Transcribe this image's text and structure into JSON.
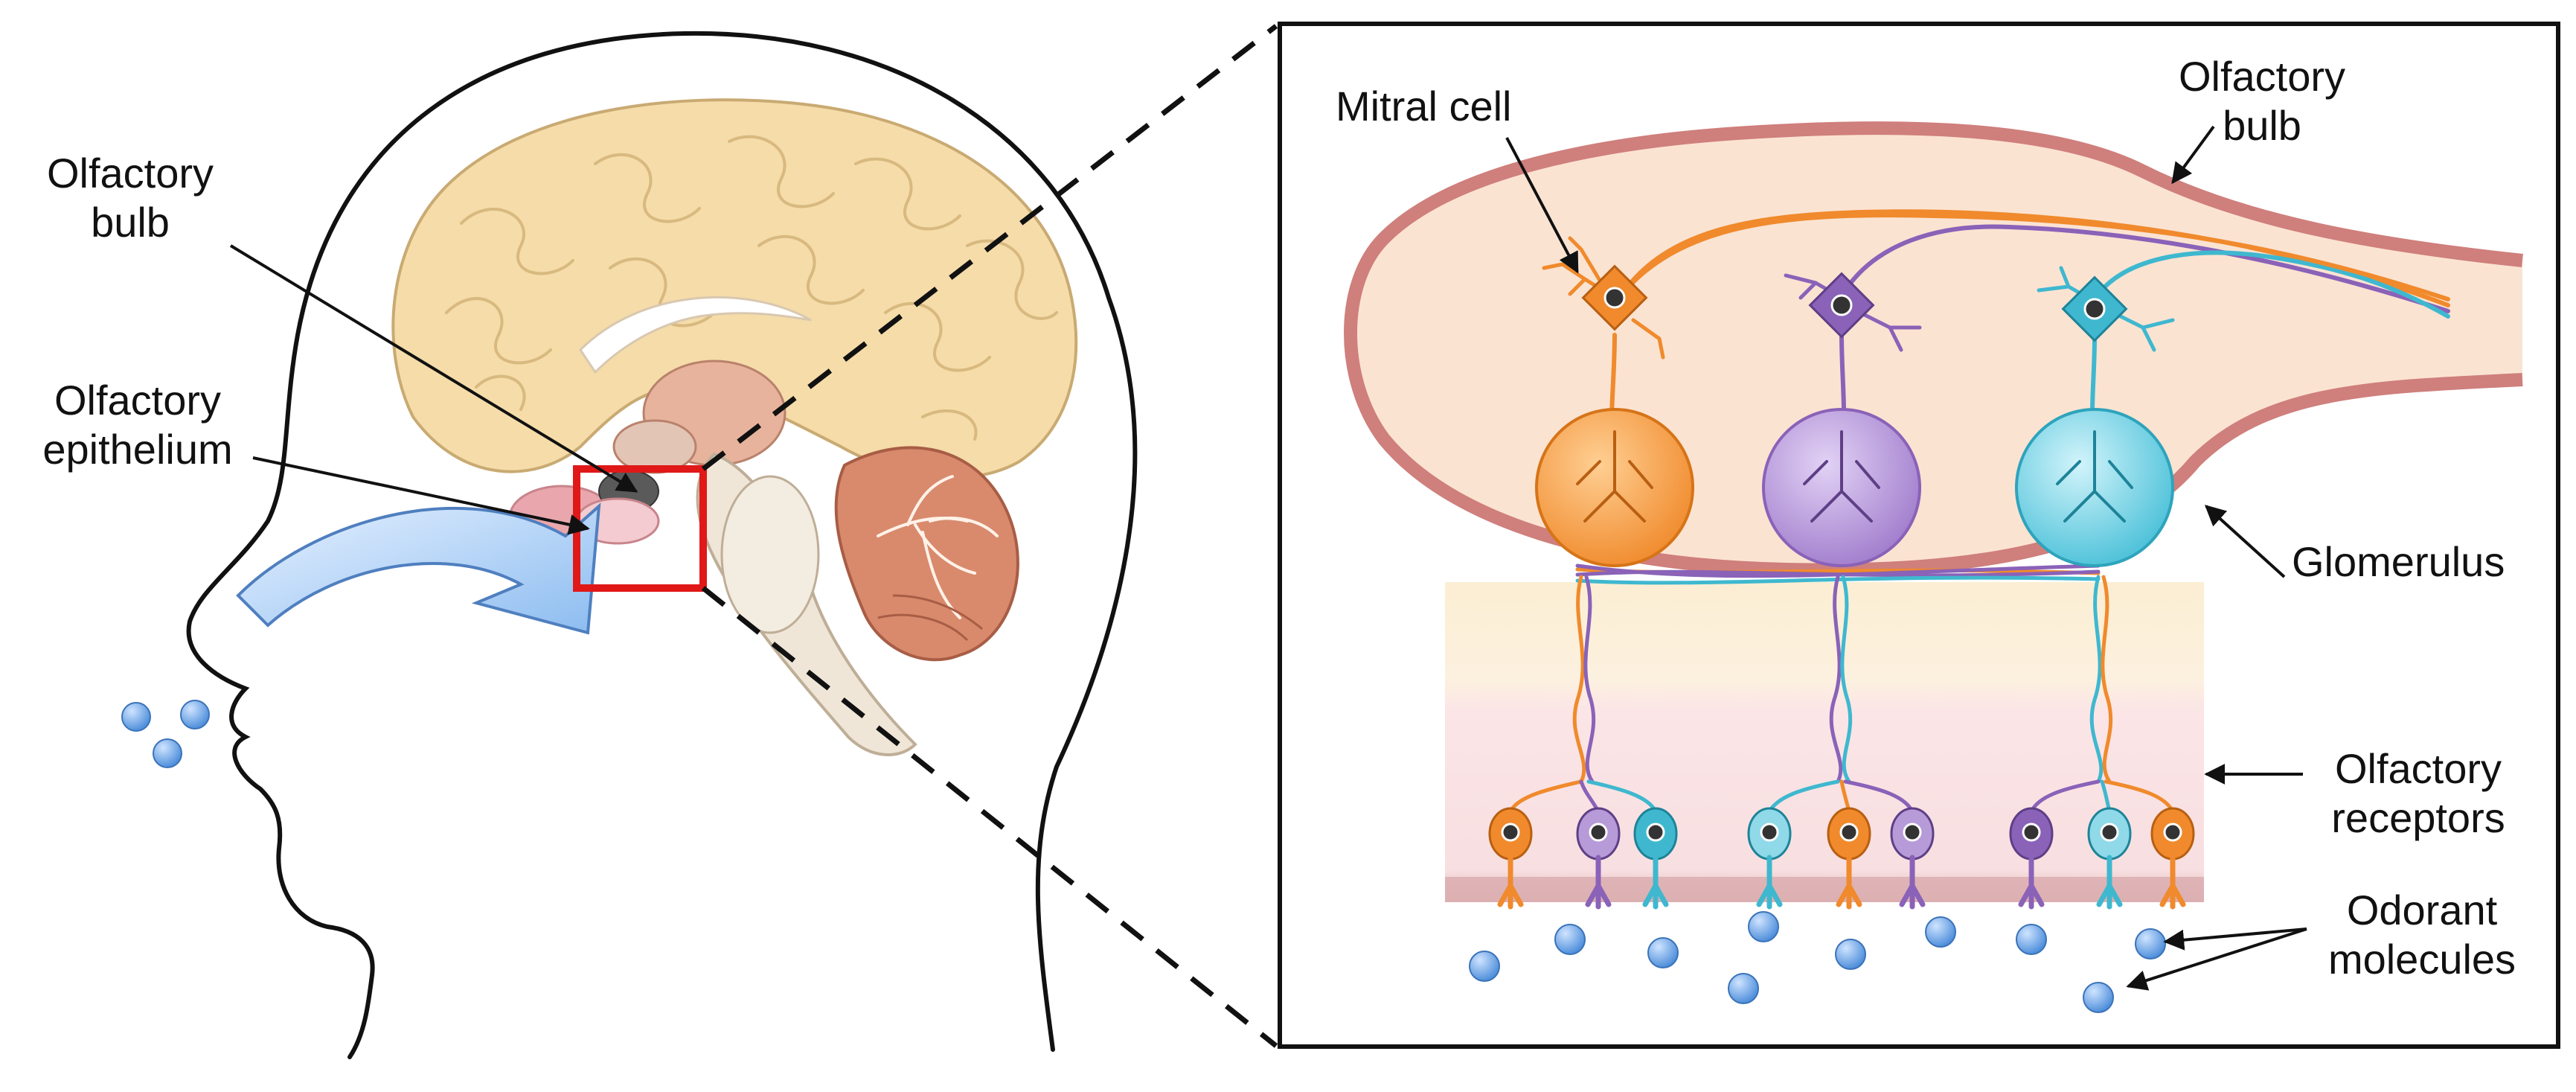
{
  "left_panel": {
    "labels": {
      "olfactory_bulb": [
        "Olfactory",
        "bulb"
      ],
      "olfactory_epithelium": [
        "Olfactory",
        "epithelium"
      ]
    }
  },
  "right_panel": {
    "labels": {
      "mitral_cell": "Mitral cell",
      "olfactory_bulb": [
        "Olfactory",
        "bulb"
      ],
      "glomerulus": "Glomerulus",
      "olfactory_receptors": [
        "Olfactory",
        "receptors"
      ],
      "odorant_molecules": [
        "Odorant",
        "molecules"
      ]
    }
  },
  "colors": {
    "orange": "#f08a2c",
    "purple": "#8a62b8",
    "teal": "#3fb8cf",
    "highlight_box": "#e01818",
    "bulb_outline": "#cf7f7c",
    "bulb_fill": "#fbe3d2",
    "odorant": "#5b9be0",
    "airflow_arrow": "#a9cdf3"
  }
}
